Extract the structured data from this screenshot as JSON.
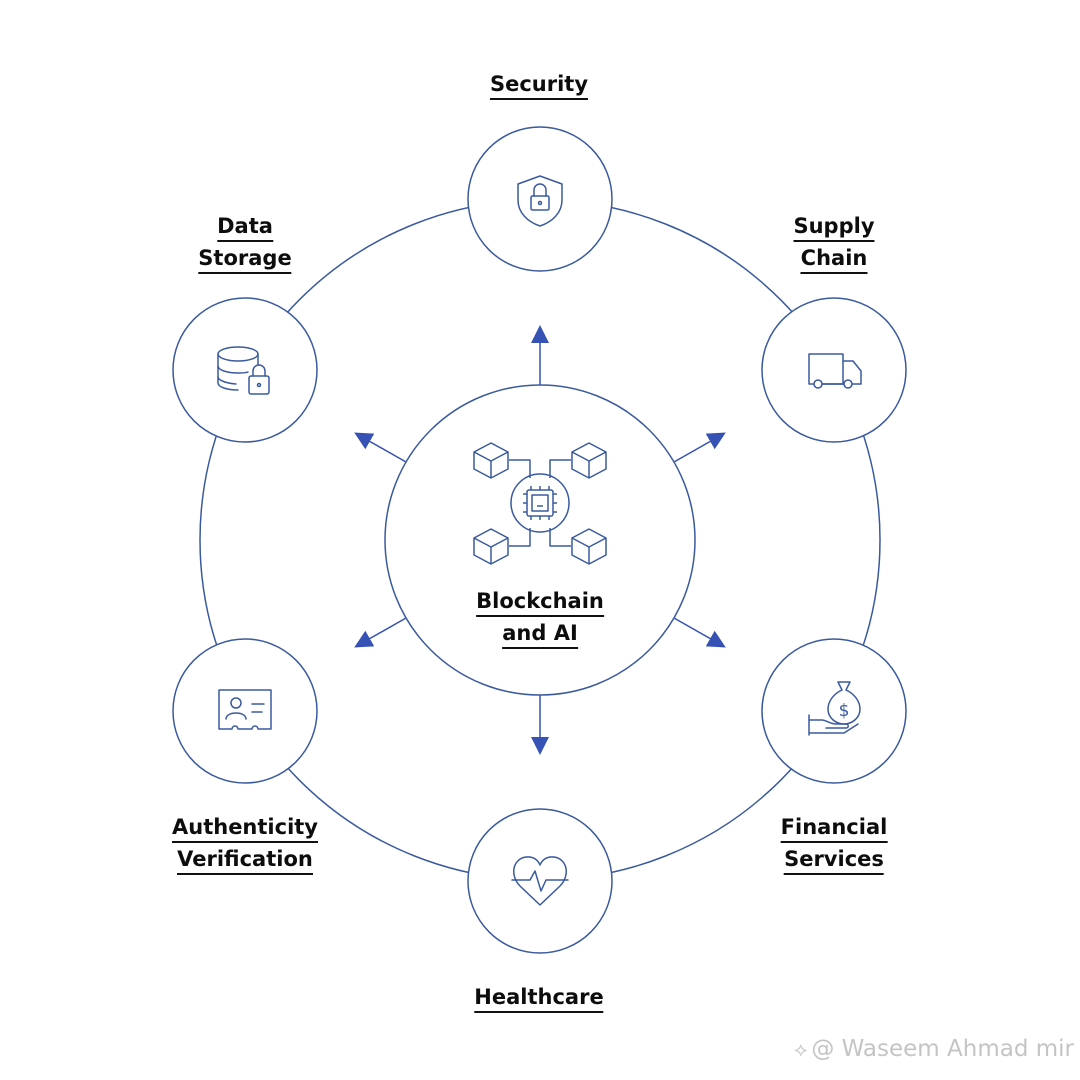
{
  "colors": {
    "line": "#3a5a9e",
    "arrow": "#3552b4",
    "text": "#0d0d0d"
  },
  "center": {
    "line1": "Blockchain",
    "line2": "and AI",
    "icon": "blockchain-ai-chip-icon"
  },
  "nodes": [
    {
      "id": "security",
      "lines": [
        "Security"
      ],
      "icon": "shield-lock-icon"
    },
    {
      "id": "supply-chain",
      "lines": [
        "Supply",
        "Chain"
      ],
      "icon": "delivery-truck-icon"
    },
    {
      "id": "financial-services",
      "lines": [
        "Financial",
        "Services"
      ],
      "icon": "hand-money-bag-icon"
    },
    {
      "id": "healthcare",
      "lines": [
        "Healthcare"
      ],
      "icon": "heart-pulse-icon"
    },
    {
      "id": "authenticity-verification",
      "lines": [
        "Authenticity",
        "Verification"
      ],
      "icon": "id-card-icon"
    },
    {
      "id": "data-storage",
      "lines": [
        "Data",
        "Storage"
      ],
      "icon": "database-lock-icon"
    }
  ],
  "watermark": {
    "text": "@ Waseem Ahmad mir"
  }
}
